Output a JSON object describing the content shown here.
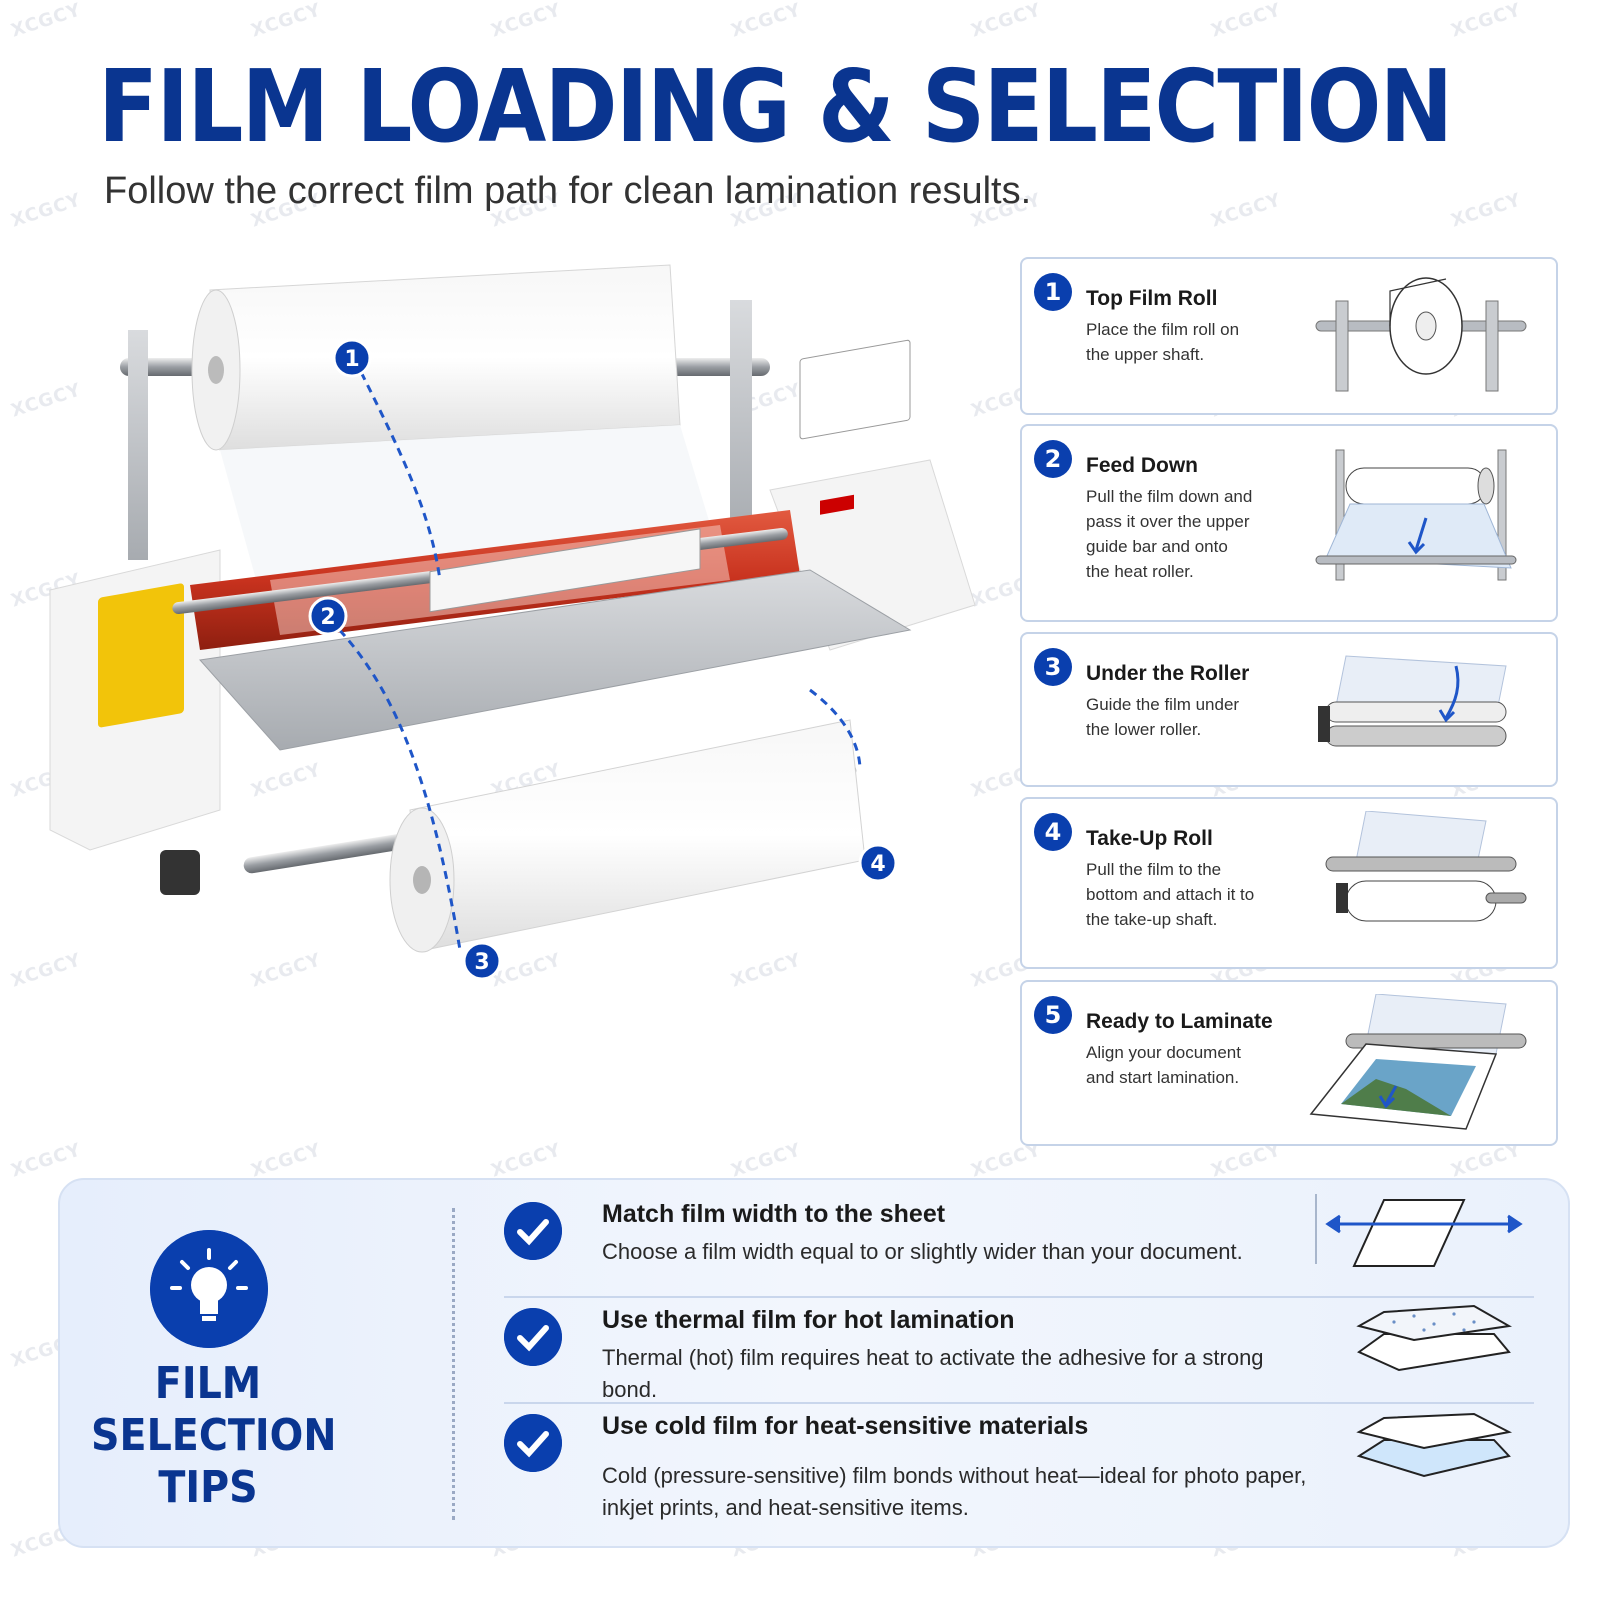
{
  "header": {
    "title": "FILM LOADING & SELECTION",
    "subtitle": "Follow the correct film path for clean lamination results."
  },
  "watermark": "XCGCY",
  "colors": {
    "brand_blue": "#0a3fae",
    "title_blue": "#0a3590",
    "roller_red": "#c8321e"
  },
  "illustration": {
    "callouts": [
      "1",
      "2",
      "3",
      "4"
    ]
  },
  "steps": [
    {
      "num": "1",
      "title": "Top Film Roll",
      "desc": "Place the film roll on the upper shaft."
    },
    {
      "num": "2",
      "title": "Feed Down",
      "desc": "Pull the film down and pass it over the upper guide bar and onto the heat roller."
    },
    {
      "num": "3",
      "title": "Under the Roller",
      "desc": "Guide the film under the lower roller."
    },
    {
      "num": "4",
      "title": "Take-Up Roll",
      "desc": "Pull the film to the bottom and attach it to the take-up shaft."
    },
    {
      "num": "5",
      "title": "Ready to Laminate",
      "desc": "Align your document and start lamination."
    }
  ],
  "tips": {
    "heading_line1": "FILM",
    "heading_line2": "SELECTION TIPS",
    "items": [
      {
        "title": "Match film width to the sheet",
        "desc": "Choose a film width equal to or slightly wider than your document.",
        "icon": "width-arrows-icon"
      },
      {
        "title": "Use thermal film for hot lamination",
        "desc": "Thermal (hot) film requires heat to activate the adhesive for a strong bond.",
        "icon": "thermal-film-icon"
      },
      {
        "title": "Use cold film for heat-sensitive materials",
        "desc": "Cold (pressure-sensitive) film bonds without heat—ideal for photo paper, inkjet prints, and heat-sensitive items.",
        "icon": "cold-film-icon"
      }
    ]
  }
}
